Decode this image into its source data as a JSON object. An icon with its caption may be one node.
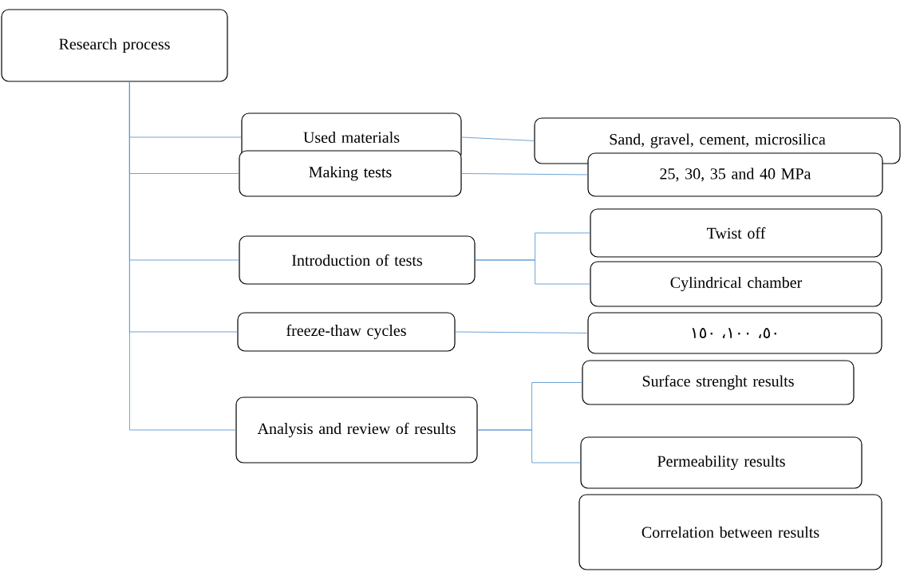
{
  "diagram": {
    "nodes": [
      {
        "text": [
          "Research process"
        ]
      },
      {
        "text": [
          "Used materials"
        ]
      },
      {
        "text": [
          "Sand, gravel, cement, microsilica"
        ]
      },
      {
        "text": [
          "Making tests"
        ]
      },
      {
        "text": [
          "25, 30, 35 and 40 MPa"
        ]
      },
      {
        "text": [
          "Introduction of tests"
        ]
      },
      {
        "text": [
          "Twist off"
        ]
      },
      {
        "text": [
          "Cylindrical chamber"
        ]
      },
      {
        "text": [
          "freeze-thaw cycles"
        ]
      },
      {
        "text": [
          "١٥٠ ،١٠٠ ،٥٠"
        ]
      },
      {
        "text": [
          "Analysis and review of results"
        ]
      },
      {
        "text": [
          "Surface strenght results"
        ]
      },
      {
        "text": [
          "Permeability results"
        ]
      },
      {
        "text": [
          "Correlation between results"
        ]
      }
    ],
    "edges": [
      {
        "from": 0,
        "to": 1,
        "arrow": "none"
      },
      {
        "from": 0,
        "to": 3,
        "arrow": "none"
      },
      {
        "from": 0,
        "to": 5,
        "arrow": "none"
      },
      {
        "from": 0,
        "to": 8,
        "arrow": "none"
      },
      {
        "from": 0,
        "to": 10,
        "arrow": "none"
      },
      {
        "from": 1,
        "to": 2,
        "arrow": "none"
      },
      {
        "from": 3,
        "to": 4,
        "arrow": "none"
      },
      {
        "from": 5,
        "to": 6,
        "arrow": "none"
      },
      {
        "from": 5,
        "to": 7,
        "arrow": "none"
      },
      {
        "from": 8,
        "to": 9,
        "arrow": "none"
      },
      {
        "from": 10,
        "to": 11,
        "arrow": "none"
      },
      {
        "from": 10,
        "to": 12,
        "arrow": "none"
      }
    ]
  }
}
